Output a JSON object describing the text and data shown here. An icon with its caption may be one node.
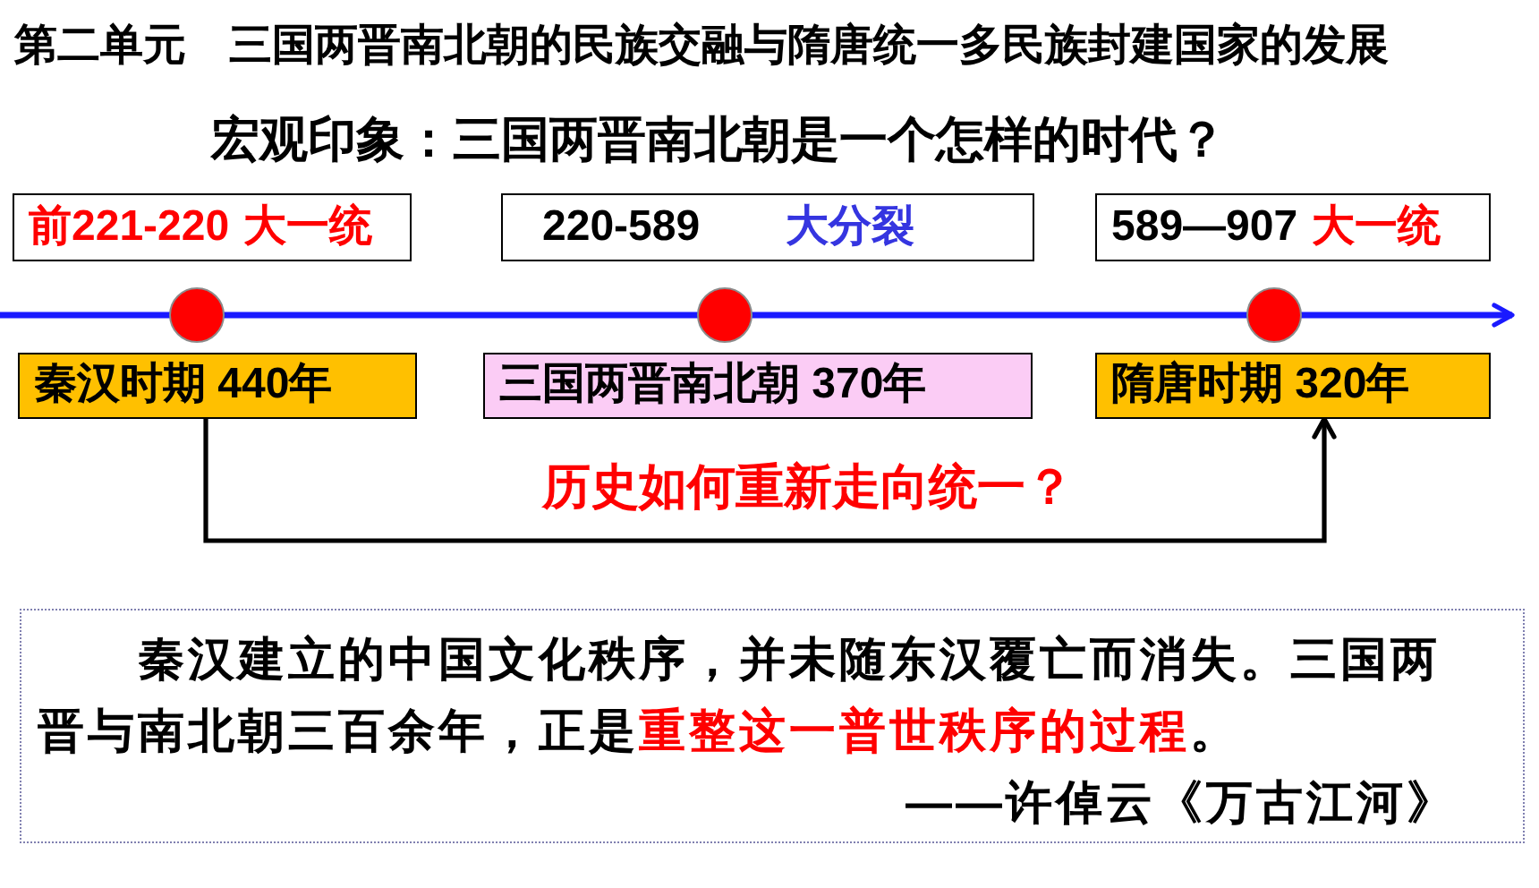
{
  "diagram": {
    "title": "第二单元　三国两晋南北朝的民族交融与隋唐统一多民族封建国家的发展",
    "nodes": [
      {
        "text": [
          "前221-220",
          "大一统"
        ]
      },
      {
        "text": [
          "220-589",
          "大分裂"
        ]
      },
      {
        "text": [
          "589—907",
          "大一统"
        ]
      },
      {
        "text": [],
        "shape": "circle"
      },
      {
        "text": [],
        "shape": "circle"
      },
      {
        "text": [],
        "shape": "circle"
      },
      {
        "text": [
          "秦汉时期 440年"
        ]
      },
      {
        "text": [
          "三国两晋南北朝 370年"
        ]
      },
      {
        "text": [
          "隋唐时期 320年"
        ]
      },
      {
        "text": [
          "秦汉建立的中国文化秩序，并未随东汉覆亡而消失。三国两晋与南北朝三百余年，正是**重整这一普世秩序的过程**。",
          "——许倬云《万古江河》"
        ]
      }
    ],
    "edges": [
      {
        "from": 6,
        "to": 8,
        "arrow": "to",
        "label": "历史如何重新走向统一？"
      }
    ],
    "labels": [
      "宏观印象：三国两晋南北朝是一个怎样的时代？"
    ]
  }
}
